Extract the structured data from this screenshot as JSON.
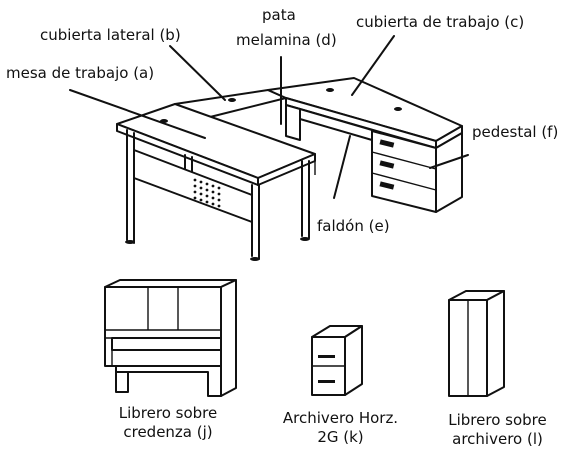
{
  "labels": {
    "a": "mesa de trabajo (a)",
    "b": "cubierta lateral (b)",
    "c": "cubierta de trabajo (c)",
    "d_line1": "pata",
    "d_line2": "melamina (d)",
    "e": "faldón (e)",
    "f": "pedestal (f)"
  },
  "captions": {
    "j_line1": "Librero sobre",
    "j_line2": "credenza (j)",
    "k_line1": "Archivero Horz.",
    "k_line2": "2G (k)",
    "l_line1": "Librero sobre",
    "l_line2": "archivero (l)"
  },
  "colors": {
    "stroke": "#111111",
    "background": "#ffffff"
  }
}
